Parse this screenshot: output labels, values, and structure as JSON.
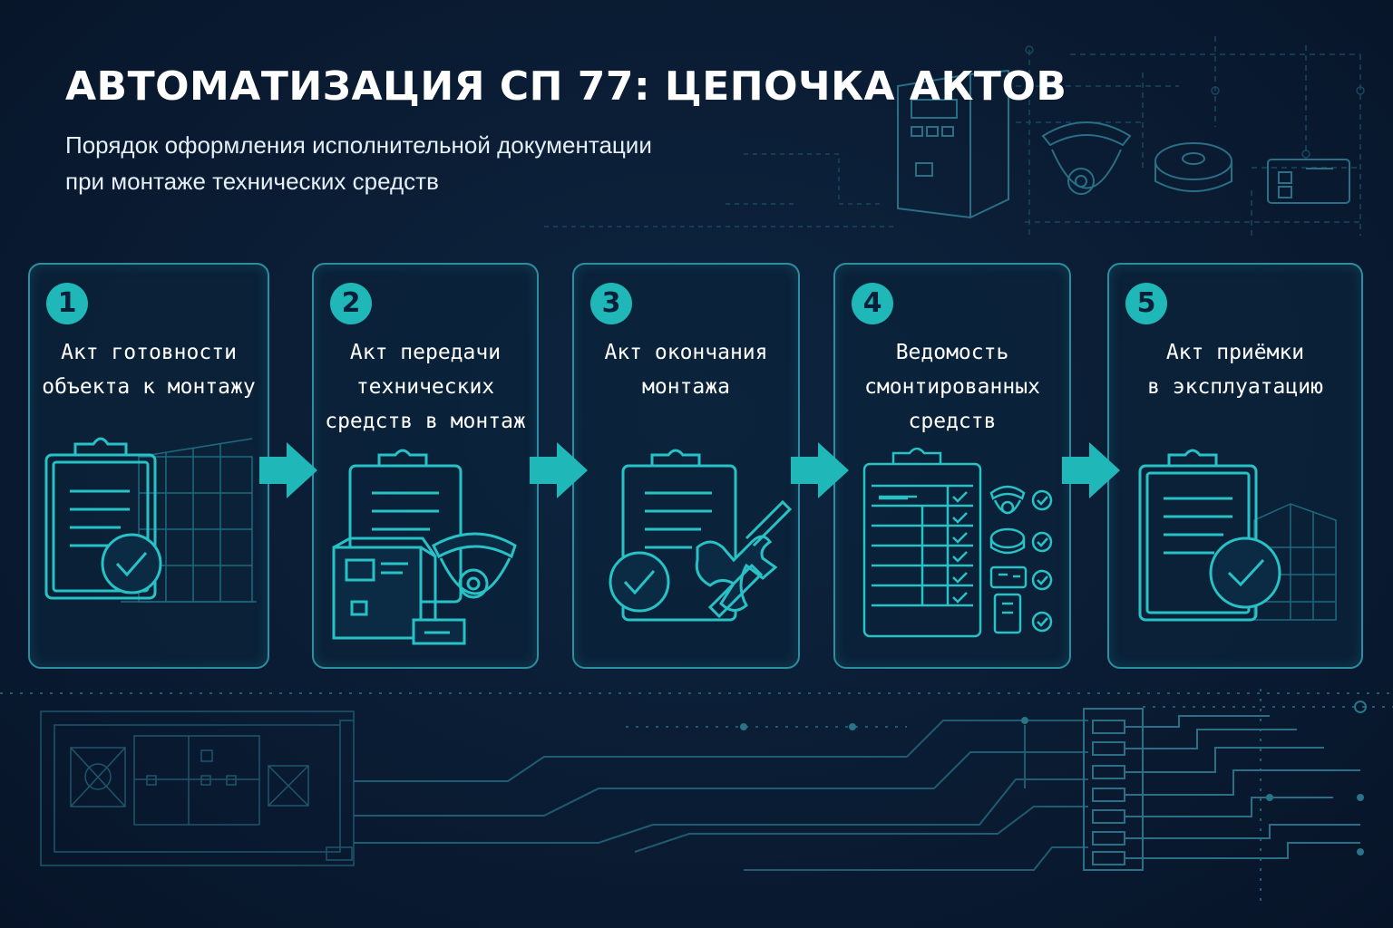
{
  "header": {
    "title": "АВТОМАТИЗАЦИЯ СП 77: ЦЕПОЧКА АКТОВ",
    "subtitle_lines": [
      "Порядок оформления исполнительной документации",
      "при монтаже технических средств"
    ]
  },
  "steps": [
    {
      "number": "1",
      "title_lines": [
        "Акт готовности",
        "объекта к монтажу"
      ],
      "icon": "clipboard-building-check-icon"
    },
    {
      "number": "2",
      "title_lines": [
        "Акт передачи",
        "технических",
        "средств в монтаж"
      ],
      "icon": "clipboard-equipment-icon"
    },
    {
      "number": "3",
      "title_lines": [
        "Акт окончания",
        "монтажа"
      ],
      "icon": "clipboard-tools-check-icon"
    },
    {
      "number": "4",
      "title_lines": [
        "Ведомость",
        "смонтированных",
        "средств"
      ],
      "icon": "checklist-devices-icon"
    },
    {
      "number": "5",
      "title_lines": [
        "Акт приёмки",
        "в эксплуатацию"
      ],
      "icon": "clipboard-building-check-icon"
    }
  ],
  "colors": {
    "accent": "#1fb7b7",
    "line": "#2c8ea0",
    "background": "#0a1c33",
    "text": "#ffffff"
  }
}
